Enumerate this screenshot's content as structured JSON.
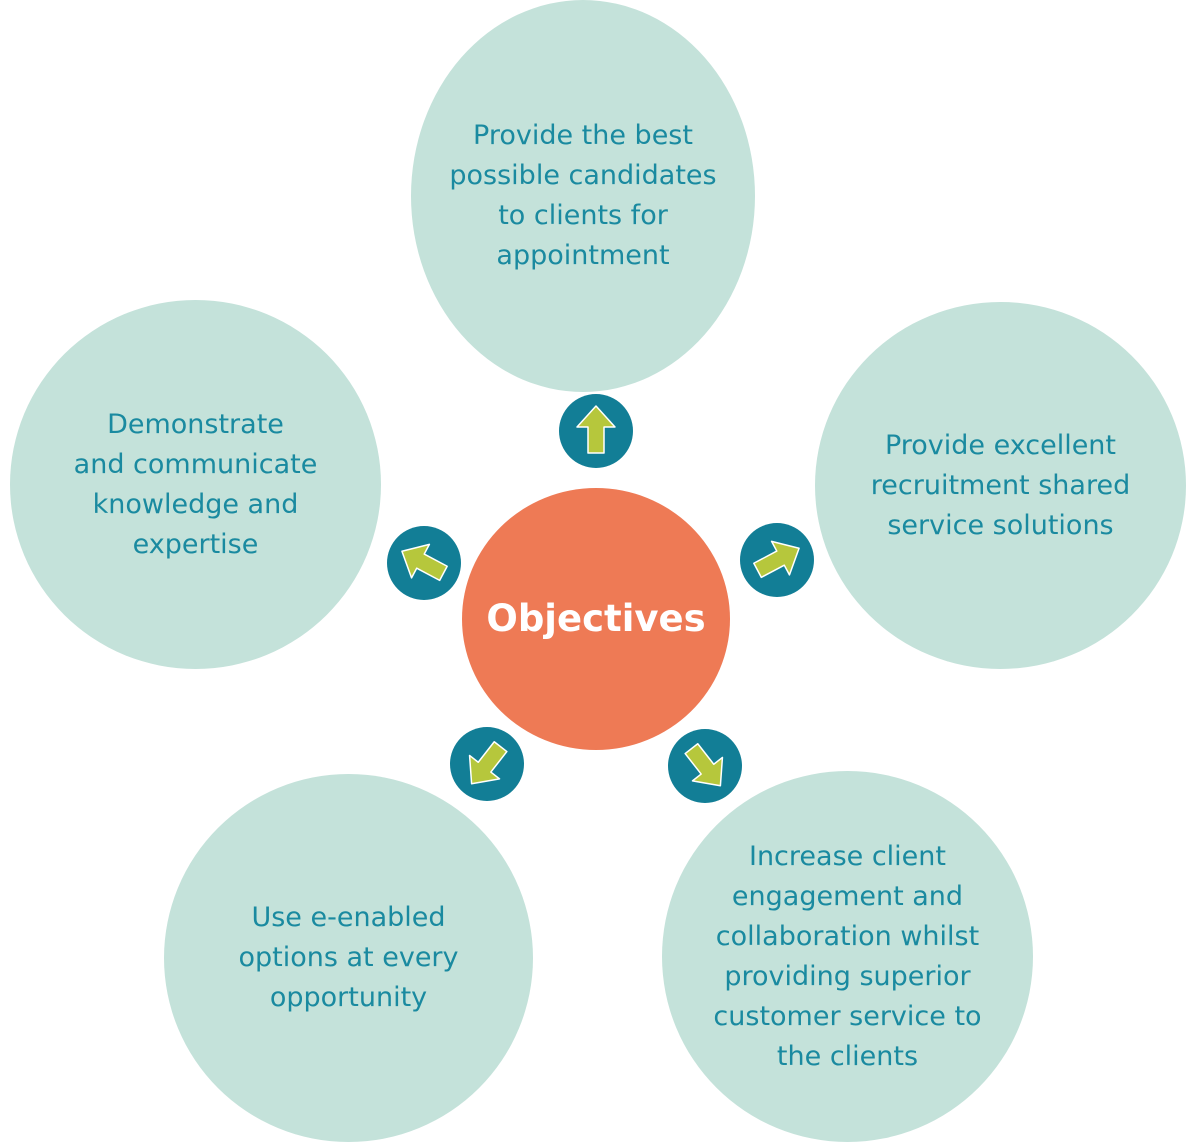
{
  "center": {
    "label": "Objectives"
  },
  "objectives": {
    "top": "Provide the best\npossible candidates\nto clients for\nappointment",
    "right": "Provide excellent\nrecruitment shared\nservice solutions",
    "left": "Demonstrate\nand communicate\nknowledge and\nexpertise",
    "bottom_left": "Use e-enabled\noptions at every\nopportunity",
    "bottom_right": "Increase client\nengagement and\ncollaboration whilst\nproviding superior\ncustomer service to\nthe clients"
  },
  "colors": {
    "outer_circle_fill": "#c4e2da",
    "outer_circle_text": "#1a8aa0",
    "center_circle_fill": "#ee7a55",
    "center_text": "#ffffff",
    "arrow_badge": "#127e96",
    "arrow_fill": "#b6c73c"
  },
  "icons": {
    "arrow_up": "arrow-up-icon",
    "arrow_up_right": "arrow-up-right-icon",
    "arrow_down_right": "arrow-down-right-icon",
    "arrow_down_left": "arrow-down-left-icon",
    "arrow_up_left": "arrow-up-left-icon"
  }
}
